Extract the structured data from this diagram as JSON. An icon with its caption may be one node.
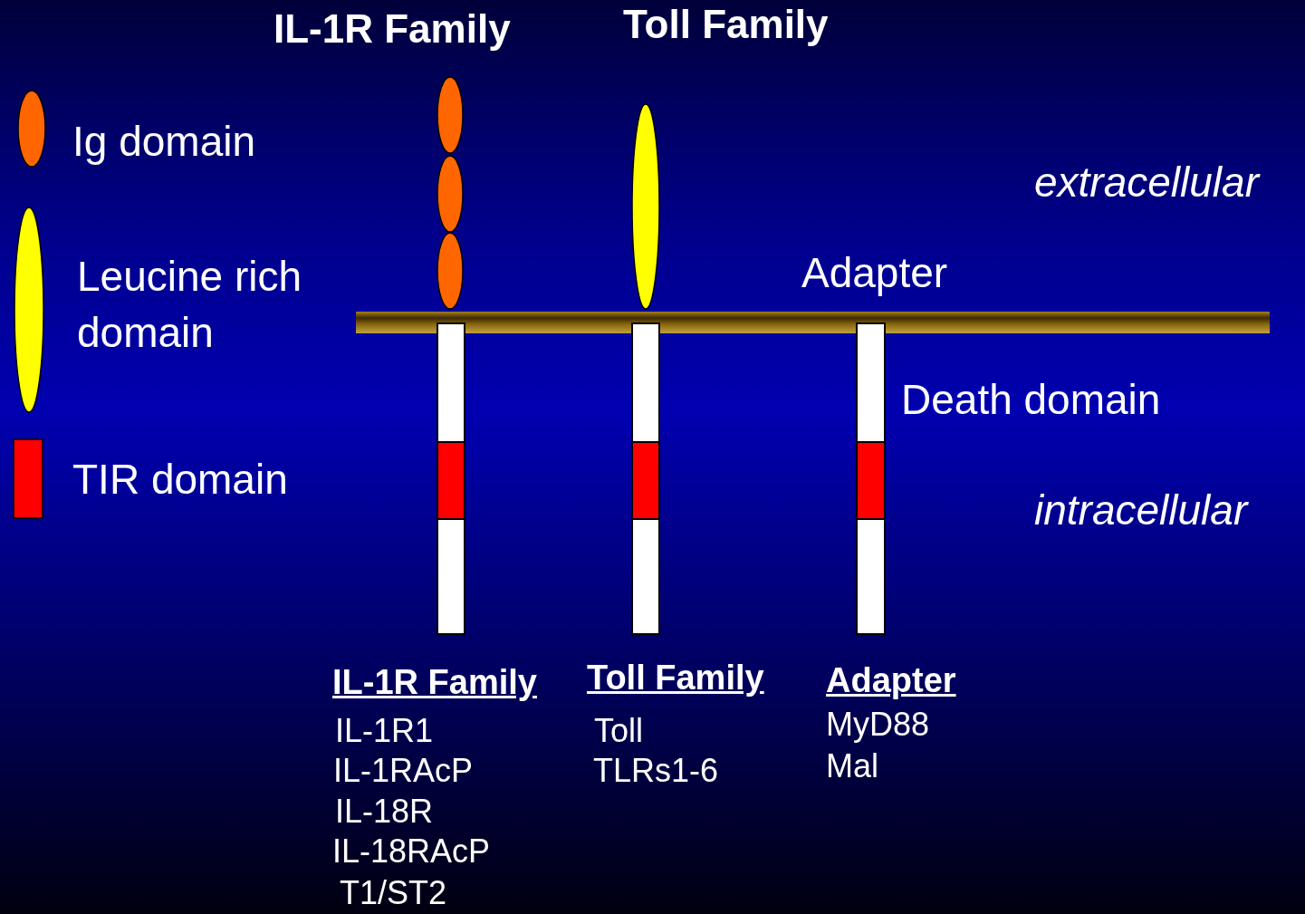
{
  "diagram": {
    "labels": [
      "IL-1R Family",
      "Toll Family",
      "extracellular",
      "Adapter",
      "Death domain",
      "intracellular",
      "IL-1R Family",
      "Toll Family",
      "Adapter",
      "IL-1R1",
      "IL-1RAcP",
      "IL-18R",
      "IL-18RAcP",
      "T1/ST2",
      "Toll",
      "TLRs1-6",
      "MyD88",
      "Mal"
    ],
    "legend": [
      {
        "text": "Ig domain",
        "color": "#ff6600"
      },
      {
        "text": "Leucine rich domain",
        "color": "#ffff00"
      },
      {
        "text": "TIR domain",
        "color": "#ff0000"
      }
    ]
  }
}
